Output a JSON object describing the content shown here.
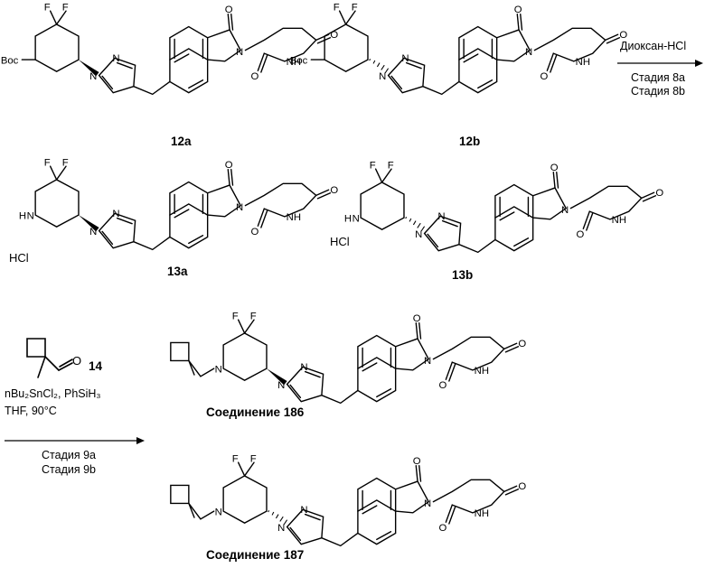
{
  "compounds": [
    {
      "id": "12a",
      "label": "12a",
      "amine_prefix": "Boc",
      "stereo": "wedge",
      "salt": ""
    },
    {
      "id": "12b",
      "label": "12b",
      "amine_prefix": "Boc",
      "stereo": "hash",
      "salt": ""
    },
    {
      "id": "13a",
      "label": "13a",
      "amine_prefix": "H",
      "stereo": "wedge",
      "salt": "HCl"
    },
    {
      "id": "13b",
      "label": "13b",
      "amine_prefix": "H",
      "stereo": "hash",
      "salt": "HCl"
    },
    {
      "id": "186",
      "label": "Соединение 186",
      "amine_prefix": "",
      "stereo": "wedge",
      "salt": ""
    },
    {
      "id": "187",
      "label": "Соединение 187",
      "amine_prefix": "",
      "stereo": "hash",
      "salt": ""
    }
  ],
  "atoms": {
    "F": "F",
    "N": "N",
    "O": "O",
    "NH": "NH",
    "H": "H"
  },
  "step1": {
    "reagent": "Диоксан-HCl",
    "stages": [
      "Стадия 8a",
      "Стадия 8b"
    ]
  },
  "step2": {
    "reagent_label": "14",
    "conditions": [
      "nBu₂SnCl₂, PhSiH₃",
      "THF, 90°C"
    ],
    "stages": [
      "Стадия 9a",
      "Стадия 9b"
    ]
  }
}
